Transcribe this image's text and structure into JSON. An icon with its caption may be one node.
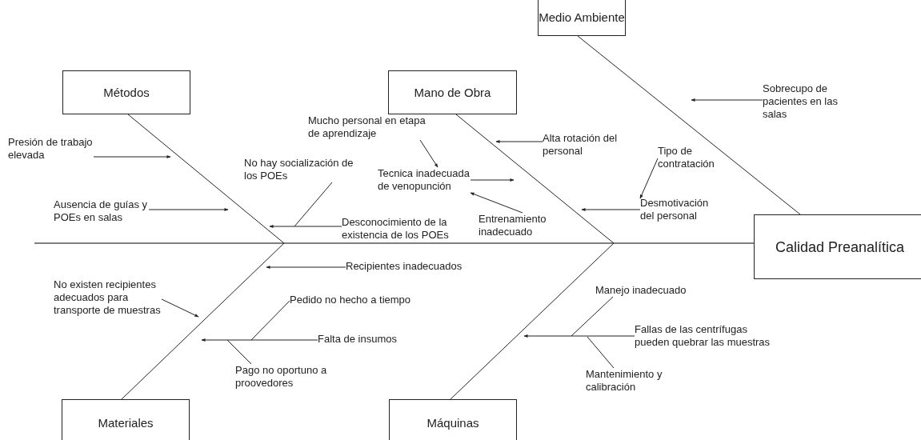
{
  "diagram": {
    "nodes": [
      {
        "text": [
          "Medio Ambiente"
        ]
      },
      {
        "text": [
          "Métodos"
        ]
      },
      {
        "text": [
          "Mano de Obra"
        ]
      },
      {
        "text": [
          "Sobrecupo de pacientes en las salas"
        ]
      },
      {
        "text": [
          "Presión de trabajo elevada"
        ]
      },
      {
        "text": [
          "Mucho personal en etapa de aprendizaje"
        ]
      },
      {
        "text": [
          "Alta rotación del personal"
        ]
      },
      {
        "text": [
          "Tipo de contratación"
        ]
      },
      {
        "text": [
          "No hay socialización de los POEs"
        ]
      },
      {
        "text": [
          "Tecnica inadecuada de venopunción"
        ]
      },
      {
        "text": [
          "Ausencia de guías y POEs en salas"
        ]
      },
      {
        "text": [
          "Desmotivación del personal"
        ]
      },
      {
        "text": [
          "Desconocimiento de la existencia de los POEs"
        ]
      },
      {
        "text": [
          "Entrenamiento inadecuado"
        ]
      },
      {
        "text": [
          "Calidad Preanalítica"
        ]
      },
      {
        "text": [
          "Recipientes inadecuados"
        ]
      },
      {
        "text": [
          "No existen recipientes adecuados para transporte de muestras"
        ]
      },
      {
        "text": [
          "Pedido no hecho a tiempo"
        ]
      },
      {
        "text": [
          "Manejo inadecuado"
        ]
      },
      {
        "text": [
          "Falta de insumos"
        ]
      },
      {
        "text": [
          "Fallas de las centrífugas pueden quebrar las muestras"
        ]
      },
      {
        "text": [
          "Pago no oportuno a proovedores"
        ]
      },
      {
        "text": [
          "Mantenimiento y calibración"
        ]
      },
      {
        "text": [
          "Materiales"
        ]
      },
      {
        "text": [
          "Máquinas"
        ]
      }
    ],
    "edges": [
      {
        "from": null,
        "to": 14,
        "arrow": "none"
      },
      {
        "from": 0,
        "to": 14,
        "arrow": "none"
      },
      {
        "from": 1,
        "to": null,
        "arrow": "none"
      },
      {
        "from": 2,
        "to": null,
        "arrow": "none"
      },
      {
        "from": 23,
        "to": null,
        "arrow": "none"
      },
      {
        "from": 24,
        "to": null,
        "arrow": "none"
      },
      {
        "from": 3,
        "to": null,
        "arrow": "to"
      },
      {
        "from": 4,
        "to": null,
        "arrow": "to"
      },
      {
        "from": 5,
        "to": 9,
        "arrow": "to"
      },
      {
        "from": 6,
        "to": null,
        "arrow": "to"
      },
      {
        "from": 7,
        "to": 11,
        "arrow": "to"
      },
      {
        "from": 8,
        "to": null,
        "arrow": "none"
      },
      {
        "from": 9,
        "to": null,
        "arrow": "to"
      },
      {
        "from": 10,
        "to": null,
        "arrow": "to"
      },
      {
        "from": 11,
        "to": null,
        "arrow": "to"
      },
      {
        "from": 12,
        "to": null,
        "arrow": "to"
      },
      {
        "from": 13,
        "to": 9,
        "arrow": "to"
      },
      {
        "from": 15,
        "to": null,
        "arrow": "to"
      },
      {
        "from": 16,
        "to": null,
        "arrow": "to"
      },
      {
        "from": 17,
        "to": null,
        "arrow": "none"
      },
      {
        "from": 18,
        "to": null,
        "arrow": "none"
      },
      {
        "from": 19,
        "to": null,
        "arrow": "to"
      },
      {
        "from": 20,
        "to": null,
        "arrow": "to"
      },
      {
        "from": 21,
        "to": null,
        "arrow": "none"
      },
      {
        "from": 22,
        "to": null,
        "arrow": "none"
      }
    ]
  }
}
